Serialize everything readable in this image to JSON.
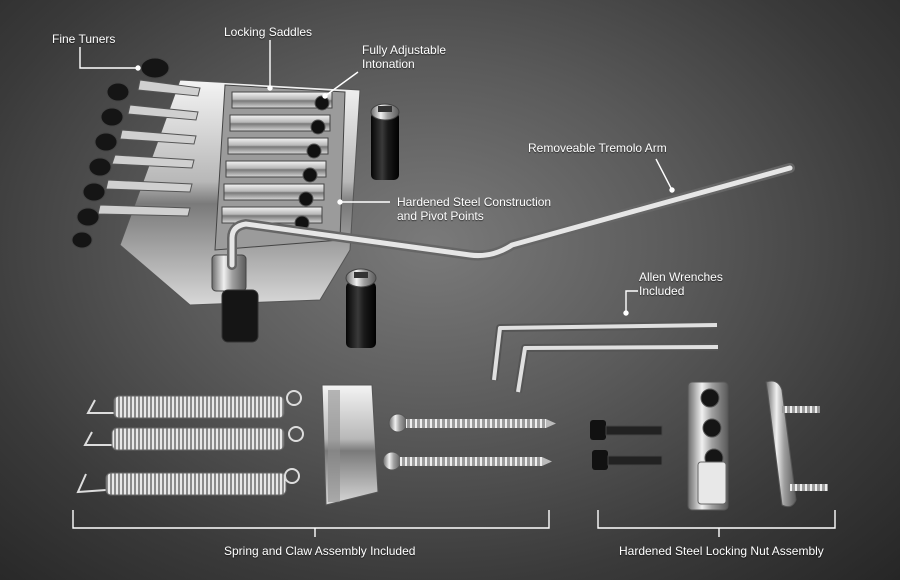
{
  "labels": {
    "fine_tuners": "Fine Tuners",
    "locking_saddles": "Locking Saddles",
    "intonation": "Fully Adjustable\nIntonation",
    "tremolo_arm": "Removeable Tremolo Arm",
    "hardened_steel": "Hardened Steel Construction\nand Pivot Points",
    "allen_wrenches": "Allen Wrenches\nIncluded",
    "spring_claw": "Spring and Claw Assembly Included",
    "locking_nut": "Hardened Steel Locking Nut Assembly"
  },
  "colors": {
    "chrome_light": "#f2f2f2",
    "chrome_dark": "#6e6e6e",
    "black_part": "#151515",
    "line": "#ffffff"
  }
}
